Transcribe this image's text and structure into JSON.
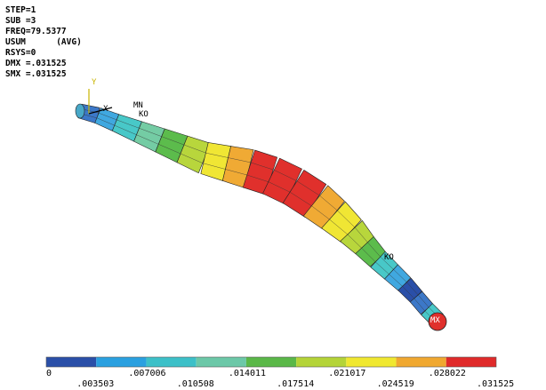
{
  "info": {
    "step": "STEP=1",
    "sub": "SUB =3",
    "freq": "FREQ=79.5377",
    "usum": "USUM      (AVG)",
    "rsys": "RSYS=0",
    "dmx": "DMX =.031525",
    "smx": "SMX =.031525"
  },
  "annotations": {
    "mn": "MN",
    "axis_y": "Y",
    "axis_x": "X",
    "ko_top": "KO",
    "ko_mid": "KO",
    "mx": "MX"
  },
  "legend": {
    "colors": [
      "#2a4fa8",
      "#2aa0e0",
      "#3cc0c8",
      "#6cc8a8",
      "#5ab848",
      "#b4d438",
      "#f0e830",
      "#f0a830",
      "#e02a2a"
    ],
    "labels_top": [
      "0",
      ".007006",
      ".014011",
      ".021017",
      ".028022"
    ],
    "labels_bottom": [
      ".003503",
      ".010508",
      ".017514",
      ".024519",
      ".031525"
    ]
  },
  "shaft_colors": [
    "#3c78c8",
    "#40a8e0",
    "#48c8c8",
    "#74cca4",
    "#5cbc4c",
    "#b8d63c",
    "#f0e634",
    "#f0aa34",
    "#e0302c",
    "#e0302c",
    "#e0302c",
    "#f0aa34",
    "#f0e634",
    "#b8d63c",
    "#5cbc4c",
    "#48c8c8",
    "#40a8e0",
    "#2a4fa8",
    "#3c78c8",
    "#48c8c8",
    "#e0302c"
  ]
}
